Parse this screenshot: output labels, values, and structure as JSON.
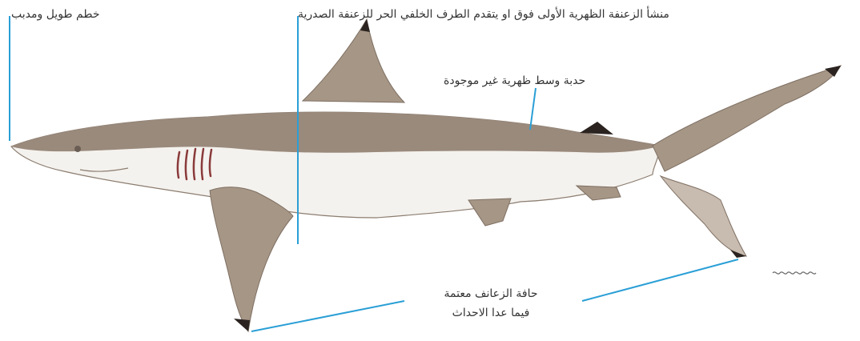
{
  "labels": {
    "snout": "خطم طويل ومدبب",
    "dorsal_origin": "منشأ الزعنفة الظهرية الأولى فوق او يتقدم الطرف الخلفي الحر للزعنفة الصدرية",
    "ridge": "حدبة وسط ظهرية غير موجودة",
    "fins_line1": "حافة الزعانف معتمة",
    "fins_line2": "فيما عدا الاحداث"
  },
  "colors": {
    "leader_line": "#2a9fd6",
    "body_dorsal": "#9a8a7c",
    "body_ventral": "#f4f2ee",
    "fin_tip": "#2a2320"
  }
}
